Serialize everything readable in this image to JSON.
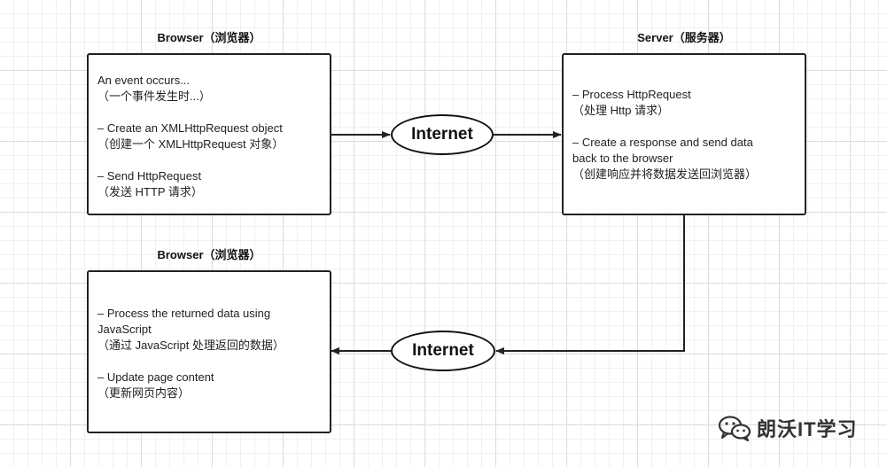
{
  "top_browser": {
    "title": "Browser（浏览器）",
    "lines": [
      "An event occurs...",
      "（一个事件发生时...）",
      "",
      "– Create an XMLHttpRequest object",
      "（创建一个 XMLHttpRequest 对象）",
      "",
      "– Send HttpRequest",
      "（发送 HTTP 请求）"
    ]
  },
  "server": {
    "title": "Server（服务器）",
    "lines": [
      "– Process HttpRequest",
      "（处理 Http 请求）",
      "",
      "– Create a response and send data",
      "back to the browser",
      "（创建响应并将数据发送回浏览器）"
    ]
  },
  "bottom_browser": {
    "title": "Browser（浏览器）",
    "lines": [
      "– Process the returned data using",
      "JavaScript",
      "（通过 JavaScript 处理返回的数据）",
      "",
      "– Update page content",
      "（更新网页内容）"
    ]
  },
  "internet_top": "Internet",
  "internet_bottom": "Internet",
  "watermark": "朗沃IT学习",
  "colors": {
    "line": "#222222",
    "grid": "#dcdcdc",
    "box_border": "#222222"
  }
}
